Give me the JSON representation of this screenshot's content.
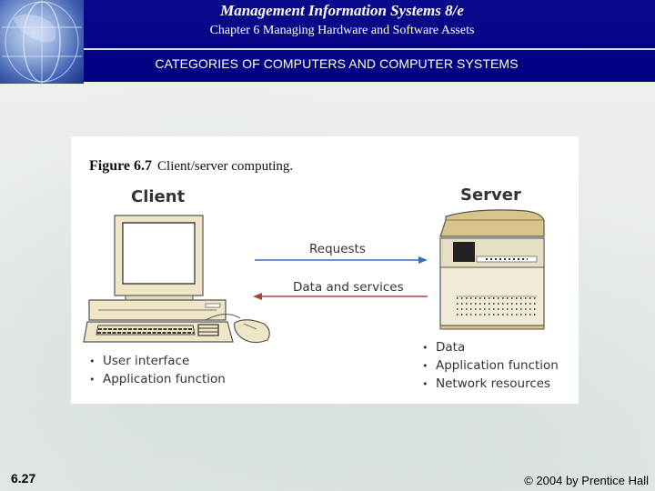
{
  "header": {
    "book_title": "Management Information Systems 8/e",
    "chapter": "Chapter 6 Managing Hardware and Software Assets",
    "section_title": "CATEGORIES OF COMPUTERS AND COMPUTER SYSTEMS"
  },
  "figure": {
    "number": "Figure 6.7",
    "caption": "Client/server computing.",
    "client_label": "Client",
    "server_label": "Server",
    "requests_label": "Requests",
    "data_label": "Data and services",
    "client_bullets": [
      "User interface",
      "Application function"
    ],
    "server_bullets": [
      "Data",
      "Application function",
      "Network resources"
    ]
  },
  "footer": {
    "page_number": "6.27",
    "copyright": "© 2004 by Prentice Hall"
  },
  "colors": {
    "header_bg": "#000080",
    "arrow": "#3a6fb0",
    "monitor_casing": "#efe6c6",
    "server_casing": "#f0ead6"
  },
  "icons": [
    "globe-logo",
    "client-computer-icon",
    "server-icon",
    "mouse-icon",
    "keyboard-icon"
  ]
}
